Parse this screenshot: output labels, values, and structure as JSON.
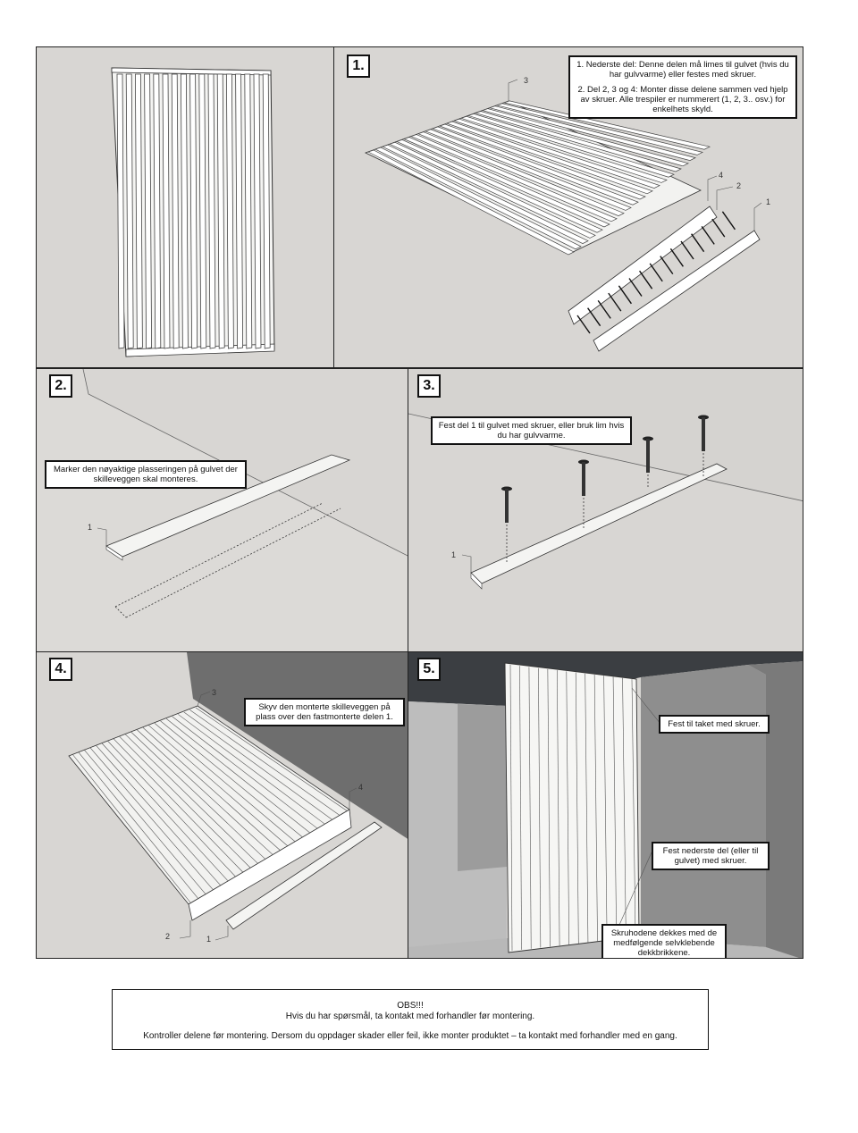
{
  "steps": {
    "s1": {
      "number": "1.",
      "note_1": "1. Nederste del: Denne delen må limes til gulvet (hvis du har gulvvarme) eller festes med skruer.",
      "note_2": "2. Del 2, 3 og 4: Monter disse delene sammen ved hjelp av skruer. Alle trespiler er nummerert (1, 2, 3.. osv.) for enkelhets skyld.",
      "labels": [
        "3",
        "4",
        "2",
        "1"
      ]
    },
    "s2": {
      "number": "2.",
      "note": "Marker den nøyaktige plasseringen på gulvet der skilleveggen skal monteres.",
      "labels": [
        "1"
      ]
    },
    "s3": {
      "number": "3.",
      "note": "Fest del 1 til gulvet med skruer, eller bruk lim hvis du har gulvvarme.",
      "labels": [
        "1"
      ]
    },
    "s4": {
      "number": "4.",
      "note": "Skyv den monterte skilleveggen på plass over den fastmonterte delen 1.",
      "labels": [
        "3",
        "4",
        "2",
        "1"
      ]
    },
    "s5": {
      "number": "5.",
      "note_ceiling": "Fest til taket med skruer.",
      "note_floor": "Fest nederste del (eller til gulvet) med skruer.",
      "note_caps": "Skruhodene dekkes med de medfølgende selvklebende dekkbrikkene."
    }
  },
  "obs": {
    "title": "OBS!!!",
    "line_1": "Hvis du har spørsmål, ta kontakt med forhandler før montering.",
    "line_2": "Kontroller delene før montering. Dersom du oppdager skader eller feil, ikke monter produktet – ta kontakt med forhandler med en gang."
  }
}
